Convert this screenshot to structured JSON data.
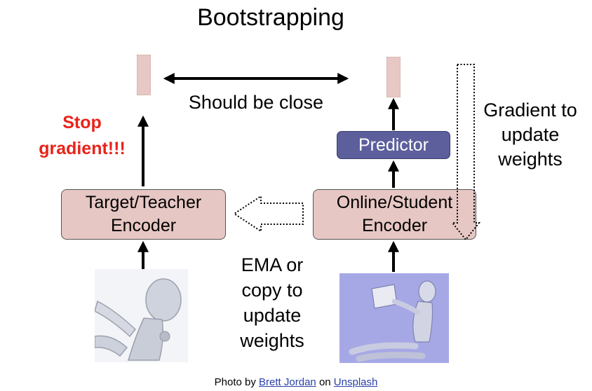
{
  "title": "Bootstrapping",
  "annotations": {
    "should_be_close": "Should be close",
    "stop_line1": "Stop",
    "stop_line2": "gradient!!!",
    "gradient_line1": "Gradient to",
    "gradient_line2": "update",
    "gradient_line3": "weights",
    "ema_line1": "EMA or",
    "ema_line2": "copy to",
    "ema_line3": "update",
    "ema_line4": "weights"
  },
  "nodes": {
    "target_encoder_line1": "Target/Teacher",
    "target_encoder_line2": "Encoder",
    "online_encoder_line1": "Online/Student",
    "online_encoder_line2": "Encoder",
    "predictor": "Predictor"
  },
  "credit": {
    "prefix": "Photo by",
    "author": "Brett Jordan",
    "middle": "on",
    "site": "Unsplash"
  },
  "colors": {
    "encoder_fill": "#e6c7c3",
    "embedding_fill": "#e8c8c4",
    "predictor_fill": "#5c5f9c",
    "stop_text": "#e8231a",
    "link": "#2a3fa8"
  }
}
